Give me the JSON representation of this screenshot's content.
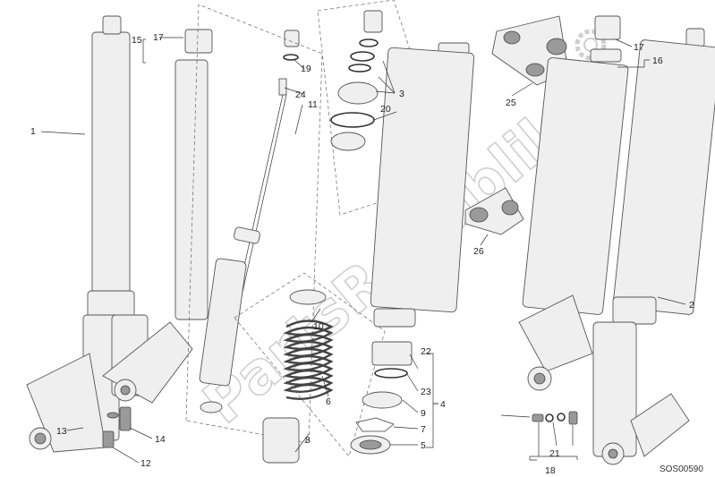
{
  "diagram": {
    "watermark": "PartsRepublik",
    "drawing_code": "SOS00590",
    "callouts": [
      "1",
      "2",
      "3",
      "4",
      "5",
      "6",
      "7",
      "8",
      "9",
      "10",
      "11",
      "12",
      "13",
      "14",
      "15",
      "16",
      "17",
      "17",
      "18",
      "19",
      "20",
      "21",
      "22",
      "23",
      "24",
      "25",
      "26"
    ]
  }
}
